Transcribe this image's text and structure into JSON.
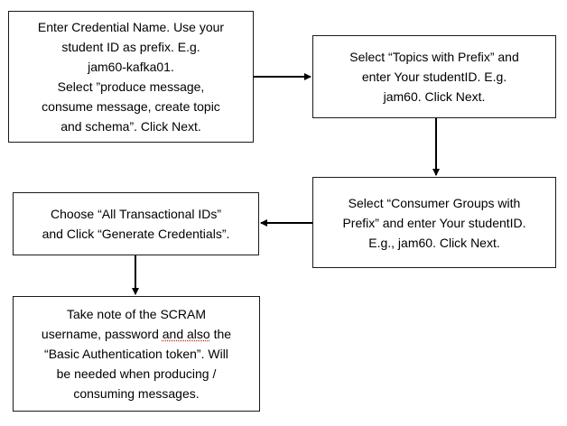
{
  "steps": [
    {
      "id": "credential-name",
      "lines": [
        "Enter Credential Name. Use your",
        "student ID as prefix. E.g.",
        "jam60-kafka01.",
        "Select ”produce message,",
        "consume message, create topic",
        "and schema”. Click Next."
      ]
    },
    {
      "id": "topics-prefix",
      "lines": [
        "Select “Topics with Prefix” and",
        "enter Your studentID. E.g.",
        "jam60. Click Next."
      ]
    },
    {
      "id": "consumer-groups",
      "lines": [
        "Select “Consumer Groups with",
        "Prefix” and enter Your studentID.",
        "E.g., jam60. Click Next."
      ]
    },
    {
      "id": "transactional-ids",
      "lines": [
        "Choose “All Transactional IDs”",
        "and Click “Generate Credentials”."
      ]
    },
    {
      "id": "scram-note",
      "lines": [
        "Take note of the SCRAM",
        "username, password ",
        "and also",
        " the",
        "“Basic Authentication token”. Will",
        "be needed when producing /",
        "consuming messages."
      ]
    }
  ],
  "colors": {
    "border": "#1a1a1a",
    "arrow": "#000000",
    "spellcheck_underline": "#c0392b"
  }
}
